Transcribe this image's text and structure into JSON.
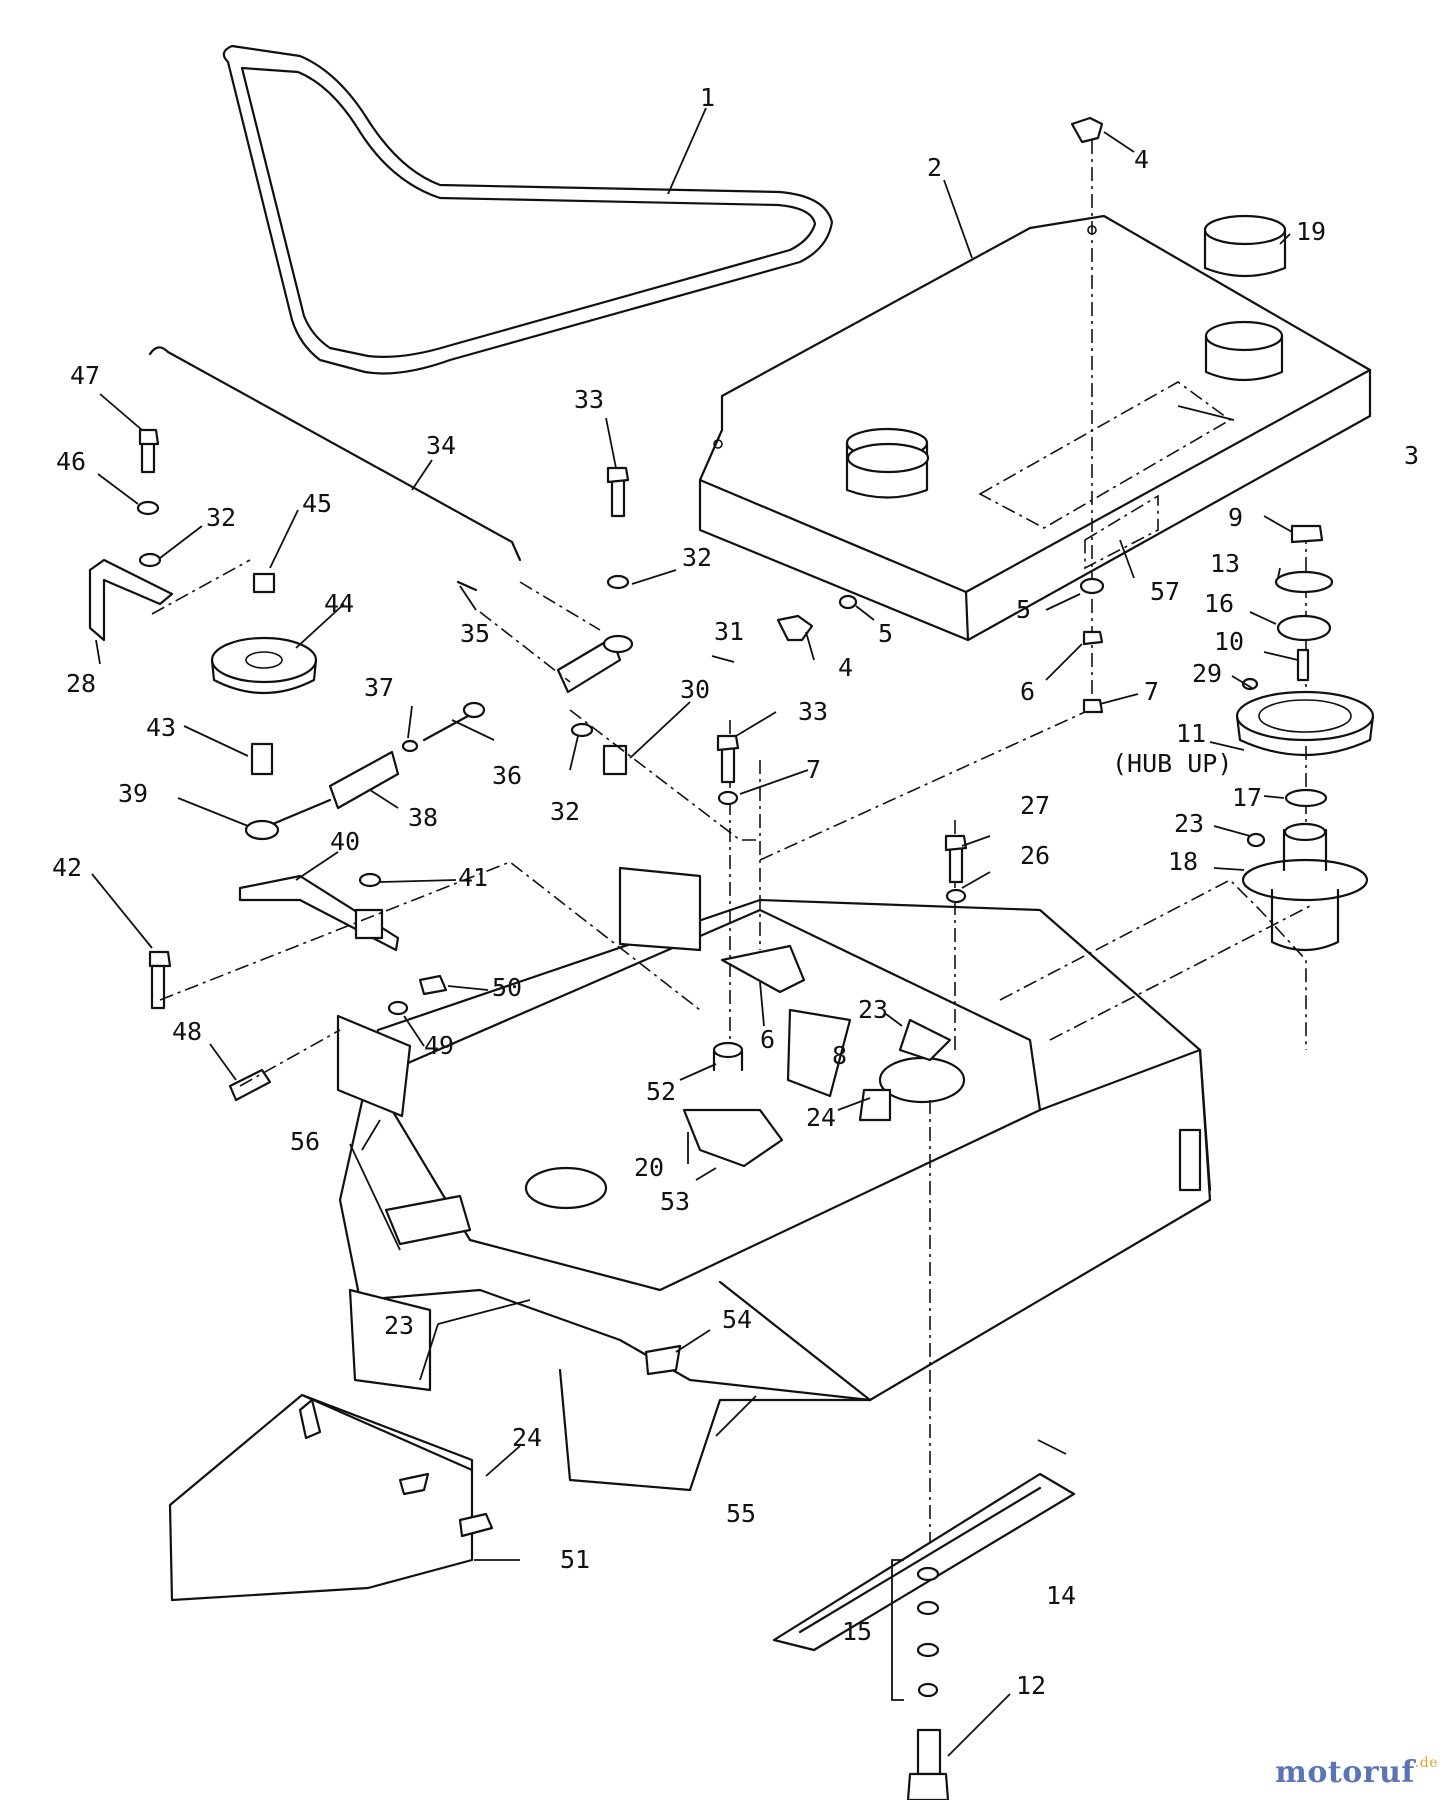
{
  "callouts": {
    "c1": "1",
    "c2": "2",
    "c3": "3",
    "c4a": "4",
    "c4b": "4",
    "c5a": "5",
    "c5b": "5",
    "c6a": "6",
    "c6b": "6",
    "c7a": "7",
    "c7b": "7",
    "c8": "8",
    "c9": "9",
    "c10": "10",
    "c11": "11",
    "c11note": "(HUB UP)",
    "c12": "12",
    "c13": "13",
    "c14": "14",
    "c15": "15",
    "c16": "16",
    "c17": "17",
    "c18": "18",
    "c19": "19",
    "c20": "20",
    "c23a": "23",
    "c23b": "23",
    "c23c": "23",
    "c24a": "24",
    "c24b": "24",
    "c26": "26",
    "c27": "27",
    "c28": "28",
    "c29": "29",
    "c30": "30",
    "c31": "31",
    "c32a": "32",
    "c32b": "32",
    "c32c": "32",
    "c33a": "33",
    "c33b": "33",
    "c34": "34",
    "c35": "35",
    "c36": "36",
    "c37": "37",
    "c38": "38",
    "c39": "39",
    "c40": "40",
    "c41": "41",
    "c42": "42",
    "c43": "43",
    "c44": "44",
    "c45": "45",
    "c46": "46",
    "c47": "47",
    "c48": "48",
    "c49": "49",
    "c50": "50",
    "c51": "51",
    "c52": "52",
    "c53": "53",
    "c54": "54",
    "c55": "55",
    "c56": "56",
    "c57": "57"
  },
  "watermark": {
    "brand": "motoruf",
    "suffix": ".de"
  }
}
